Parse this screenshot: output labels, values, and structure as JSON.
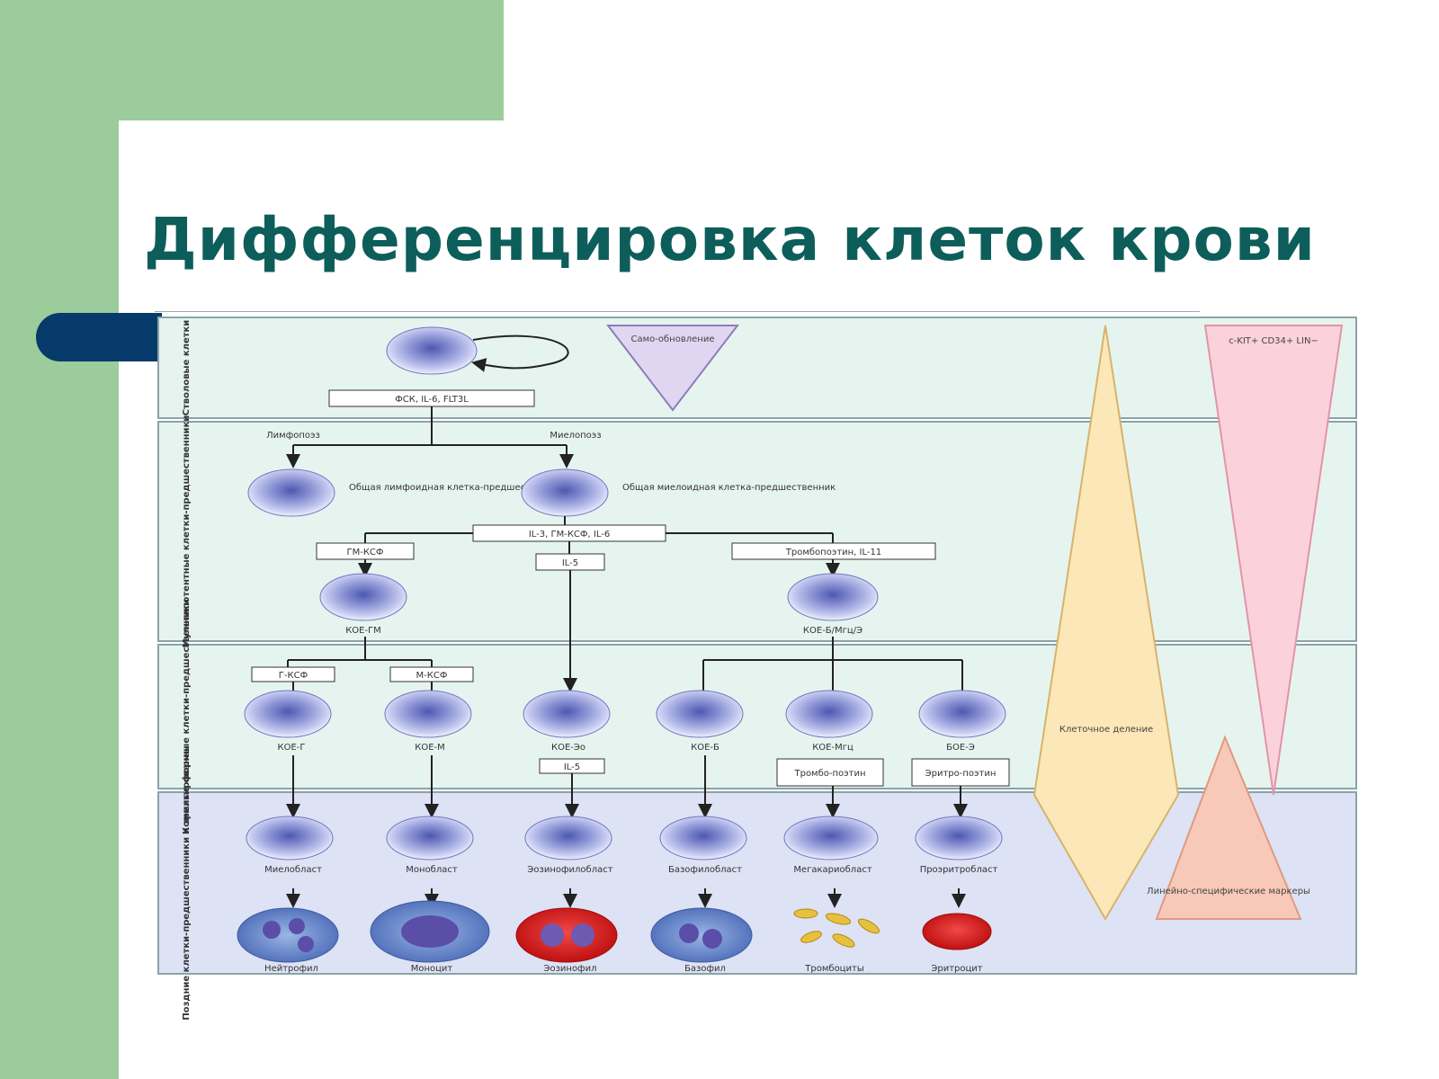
{
  "title": "Дифференцировка клеток крови",
  "rows": {
    "stem": "Стволовые клетки",
    "multipotent": "Мультипотентные клетки-предшественники",
    "committed": "Коммитированные клетки-предшественники",
    "late": "Поздние клетки-предшественники и зрелые формы"
  },
  "labels": {
    "self_renewal": "Само-обновление",
    "stem_factors": "ФСК, IL-6, FLT3L",
    "lymphopoiesis": "Лимфопоэз",
    "myelopoiesis": "Миелопоэз",
    "clp": "Общая лимфоидная клетка-предшественник",
    "cmp": "Общая миелоидная клетка-предшественник",
    "il3_gmcsf_il6": "IL-3, ГМ-КСФ, IL-6",
    "gm_csf": "ГМ-КСФ",
    "il5_top": "IL-5",
    "tpo_il11": "Тромбопоэтин, IL-11",
    "cfu_gm": "КОЕ-ГМ",
    "cfu_bmkg": "КОЕ-Б/Мгц/Э",
    "g_csf": "Г-КСФ",
    "m_csf": "М-КСФ",
    "cfu_g": "КОЕ-Г",
    "cfu_m": "КОЕ-М",
    "cfu_eo": "КОЕ-Эо",
    "cfu_b": "КОЕ-Б",
    "cfu_mk": "КОЕ-Мгц",
    "bfu_e": "БОЕ-Э",
    "il5_bottom": "IL-5",
    "thrombopoietin": "Тромбо-поэтин",
    "erythropoietin": "Эритро-поэтин",
    "myeloblast": "Миелобласт",
    "monoblast": "Монобласт",
    "eosinophiloblast": "Эозинофилобласт",
    "basophiloblast": "Базофилобласт",
    "megakaryoblast": "Мегакариобласт",
    "proerythroblast": "Проэритробласт",
    "neutrophil": "Нейтрофил",
    "monocyte": "Моноцит",
    "eosinophil": "Эозинофил",
    "basophil": "Базофил",
    "platelets": "Тромбоциты",
    "erythrocyte": "Эритроцит",
    "cell_division": "Клеточное деление",
    "markers_top": "c-KIT+ CD34+ LIN−",
    "lineage_markers": "Линейно-специфические маркеры"
  },
  "colors": {
    "accent_green": "#9ccb9c",
    "title_teal": "#0d5e5a",
    "navy": "#063a6b",
    "cell_fill": "#8f97d6",
    "erythrocyte_red": "#d42020",
    "platelet_yellow": "#e8c040"
  }
}
